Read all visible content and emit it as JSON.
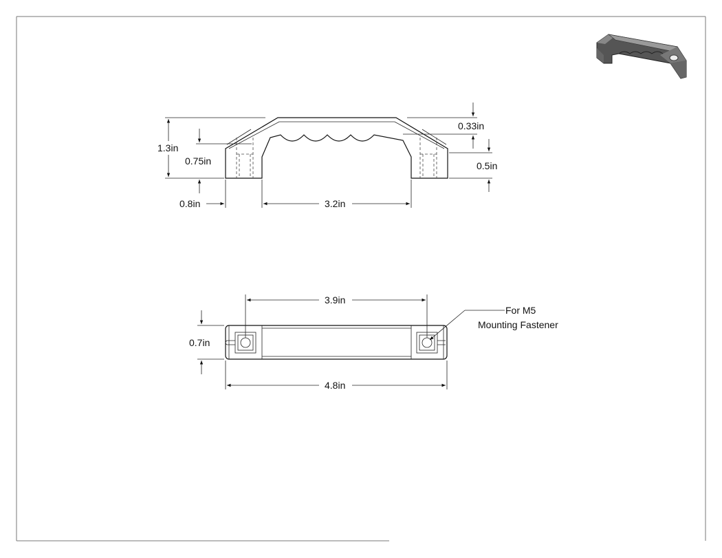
{
  "drawing": {
    "front_view": {
      "overall_height": "1.3in",
      "hole_depth": "0.75in",
      "top_thickness": "0.33in",
      "foot_height": "0.5in",
      "foot_length": "0.8in",
      "grip_span": "3.2in"
    },
    "top_view": {
      "hole_spacing": "3.9in",
      "width": "0.7in",
      "overall_length": "4.8in",
      "note_line1": "For M5",
      "note_line2": "Mounting Fastener"
    },
    "iso_thumbnail": "isometric-handle-render"
  }
}
